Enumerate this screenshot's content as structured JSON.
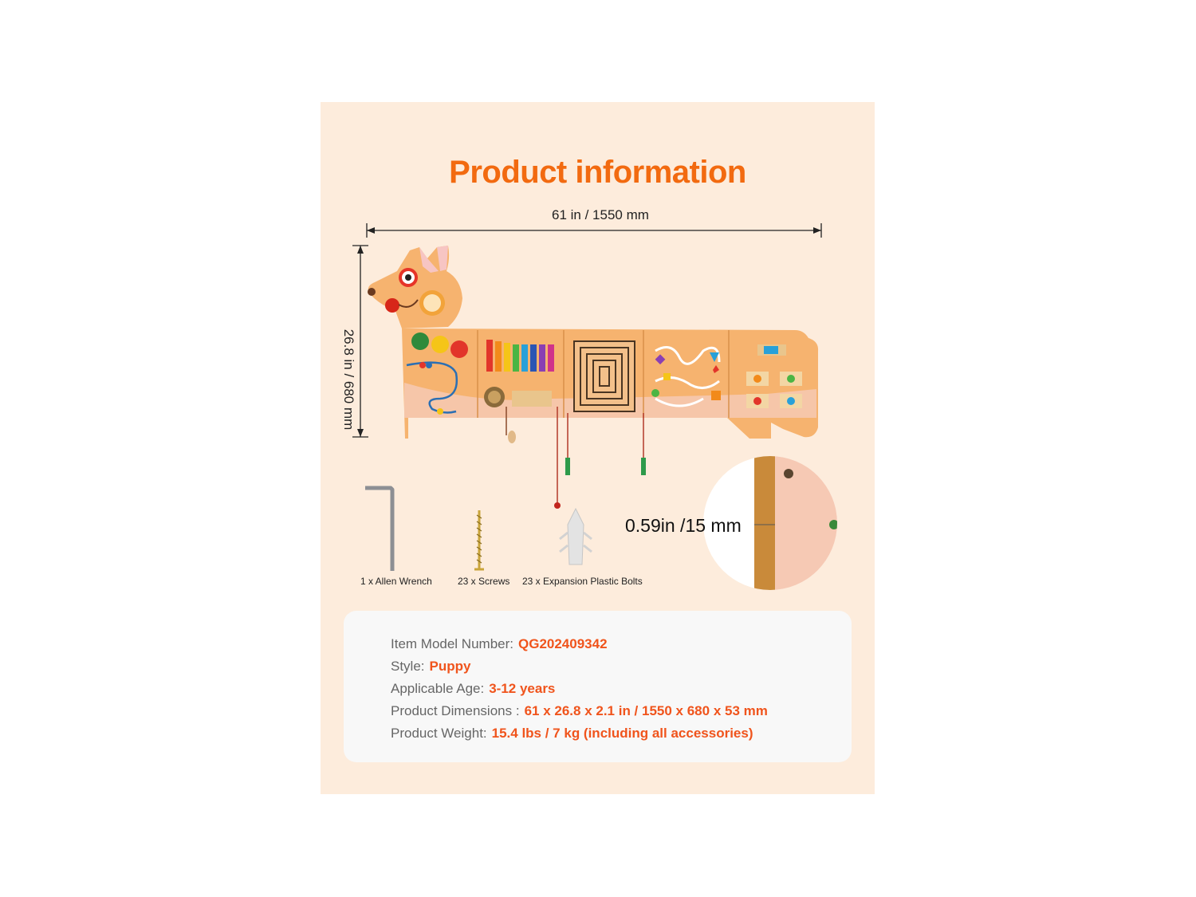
{
  "title": "Product information",
  "dimensions": {
    "width": "61 in / 1550 mm",
    "height": "26.8 in / 680 mm",
    "thickness": "0.59in /15 mm"
  },
  "accessories": [
    {
      "label": "1 x Allen Wrench",
      "icon": "allen-wrench-icon"
    },
    {
      "label": "23 x Screws",
      "icon": "screw-icon"
    },
    {
      "label": "23 x Expansion Plastic Bolts",
      "icon": "plastic-bolt-icon"
    }
  ],
  "specs": [
    {
      "key": "Item Model Number:",
      "value": "QG202409342"
    },
    {
      "key": "Style:",
      "value": "Puppy"
    },
    {
      "key": "Applicable Age:",
      "value": "3-12 years"
    },
    {
      "key": "Product Dimensions :",
      "value": "61 x 26.8 x 2.1 in / 1550 x 680 x 53 mm"
    },
    {
      "key": "Product Weight:",
      "value": "15.4 lbs / 7 kg (including all accessories)"
    }
  ],
  "colors": {
    "accent": "#f26a10",
    "value_text": "#f0541c",
    "background": "#fdecdc",
    "board": "#f6b36f"
  }
}
